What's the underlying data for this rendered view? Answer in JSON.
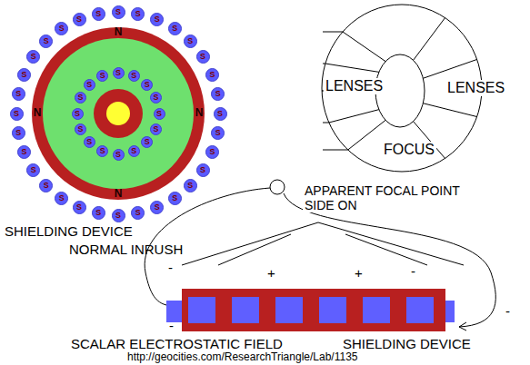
{
  "diagram": {
    "nodes": [
      {
        "text": [
          "S"
        ]
      },
      {
        "text": [
          "S"
        ]
      },
      {
        "text": [
          "S"
        ]
      },
      {
        "text": [
          "S"
        ]
      },
      {
        "text": [
          "S"
        ]
      },
      {
        "text": [
          "S"
        ]
      },
      {
        "text": [
          "S"
        ]
      },
      {
        "text": [
          "S"
        ]
      },
      {
        "text": [
          "S"
        ]
      },
      {
        "text": [
          "S"
        ]
      },
      {
        "text": [
          "S"
        ]
      },
      {
        "text": [
          "S"
        ]
      },
      {
        "text": [
          "S"
        ]
      },
      {
        "text": [
          "S"
        ]
      },
      {
        "text": [
          "S"
        ]
      },
      {
        "text": [
          "S"
        ]
      },
      {
        "text": [
          "S"
        ]
      },
      {
        "text": [
          "S"
        ]
      },
      {
        "text": [
          "S"
        ]
      },
      {
        "text": [
          "S"
        ]
      },
      {
        "text": [
          "S"
        ]
      },
      {
        "text": [
          "S"
        ]
      },
      {
        "text": [
          "S"
        ]
      },
      {
        "text": [
          "S"
        ]
      },
      {
        "text": [
          "S"
        ]
      },
      {
        "text": [
          "S"
        ]
      },
      {
        "text": [
          "S"
        ]
      },
      {
        "text": [
          "S"
        ]
      },
      {
        "text": [
          "S"
        ]
      },
      {
        "text": [
          "S"
        ]
      },
      {
        "text": [
          "S"
        ]
      },
      {
        "text": [
          "S"
        ]
      },
      {
        "text": [
          "S"
        ]
      },
      {
        "text": [
          "S"
        ]
      },
      {
        "text": [
          "S"
        ]
      },
      {
        "text": [
          "S"
        ]
      },
      {
        "text": [
          "S"
        ]
      },
      {
        "text": [
          "S"
        ]
      },
      {
        "text": [
          "S"
        ]
      },
      {
        "text": [
          "S"
        ]
      },
      {
        "text": [
          "S"
        ]
      },
      {
        "text": [
          "S"
        ]
      },
      {
        "text": [
          "S"
        ]
      },
      {
        "text": [
          "S"
        ]
      },
      {
        "text": [
          "S"
        ]
      },
      {
        "text": [
          "S"
        ]
      },
      {
        "text": [
          "S"
        ]
      },
      {
        "text": [
          "S"
        ]
      }
    ],
    "labels": [
      "N",
      "N",
      "N",
      "N",
      "SHIELDING DEVICE",
      "NORMAL INRUSH",
      "LENSES",
      "LENSES",
      "FOCUS",
      "APPARENT FOCAL POINT SIDE ON",
      "-",
      "+",
      "+",
      "-",
      "-",
      "-",
      "SCALAR ELECTROSTATIC FIELD",
      "SHIELDING DEVICE",
      "http://geocities.com/ResearchTriangle/Lab/1135"
    ]
  }
}
